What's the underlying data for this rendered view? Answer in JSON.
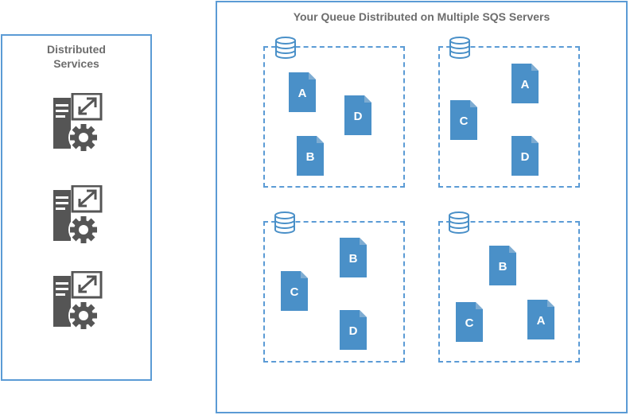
{
  "distributed_services": {
    "title_lines": [
      "Distributed",
      "Services"
    ],
    "services": [
      {
        "icon": "server-gear-icon"
      },
      {
        "icon": "server-gear-icon"
      },
      {
        "icon": "server-gear-icon"
      }
    ]
  },
  "queue_panel": {
    "title": "Your Queue Distributed on Multiple SQS Servers",
    "servers": [
      {
        "docs": [
          "A",
          "D",
          "B"
        ]
      },
      {
        "docs": [
          "A",
          "C",
          "D"
        ]
      },
      {
        "docs": [
          "B",
          "C",
          "D"
        ]
      },
      {
        "docs": [
          "B",
          "C",
          "A"
        ]
      }
    ]
  },
  "colors": {
    "accent": "#5b9bd5",
    "document": "#4a90c8",
    "icon": "#555555",
    "title_text": "#6d6d6d"
  }
}
